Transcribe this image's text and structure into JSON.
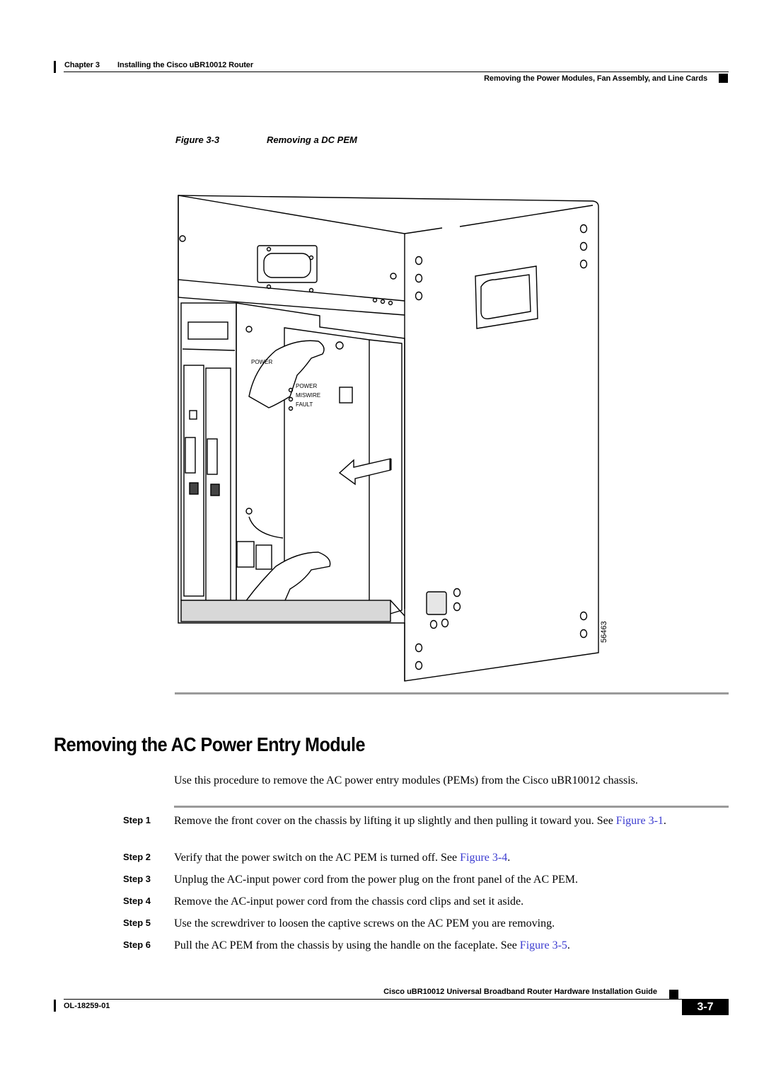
{
  "header": {
    "chapter": "Chapter 3",
    "chapter_title": "Installing the Cisco uBR10012 Router",
    "section_title": "Removing the Power Modules, Fan Assembly, and Line Cards"
  },
  "figure": {
    "label": "Figure 3-3",
    "title": "Removing a DC PEM",
    "art_id": "56463",
    "pem_labels": [
      "POWER",
      "MISWIRE",
      "FAULT"
    ]
  },
  "section": {
    "title": "Removing the AC Power Entry Module",
    "intro": "Use this procedure to remove the AC power entry modules (PEMs) from the Cisco uBR10012 chassis."
  },
  "steps": [
    {
      "label": "Step 1",
      "text": "Remove the front cover on the chassis by lifting it up slightly and then pulling it toward you. See ",
      "ref": "Figure 3-1",
      "after": "."
    },
    {
      "label": "Step 2",
      "text": "Verify that the power switch on the AC PEM is turned off. See ",
      "ref": "Figure 3-4",
      "after": "."
    },
    {
      "label": "Step 3",
      "text": "Unplug the AC-input power cord from the power plug on the front panel of the AC PEM.",
      "ref": "",
      "after": ""
    },
    {
      "label": "Step 4",
      "text": "Remove the AC-input power cord from the chassis cord clips and set it aside.",
      "ref": "",
      "after": ""
    },
    {
      "label": "Step 5",
      "text": "Use the screwdriver to loosen the captive screws on the AC PEM you are removing.",
      "ref": "",
      "after": ""
    },
    {
      "label": "Step 6",
      "text": "Pull the AC PEM from the chassis by using the handle on the faceplate. See ",
      "ref": "Figure 3-5",
      "after": "."
    }
  ],
  "footer": {
    "guide_title": "Cisco uBR10012 Universal Broadband Router Hardware Installation Guide",
    "doc_number": "OL-18259-01",
    "page_number": "3-7"
  }
}
